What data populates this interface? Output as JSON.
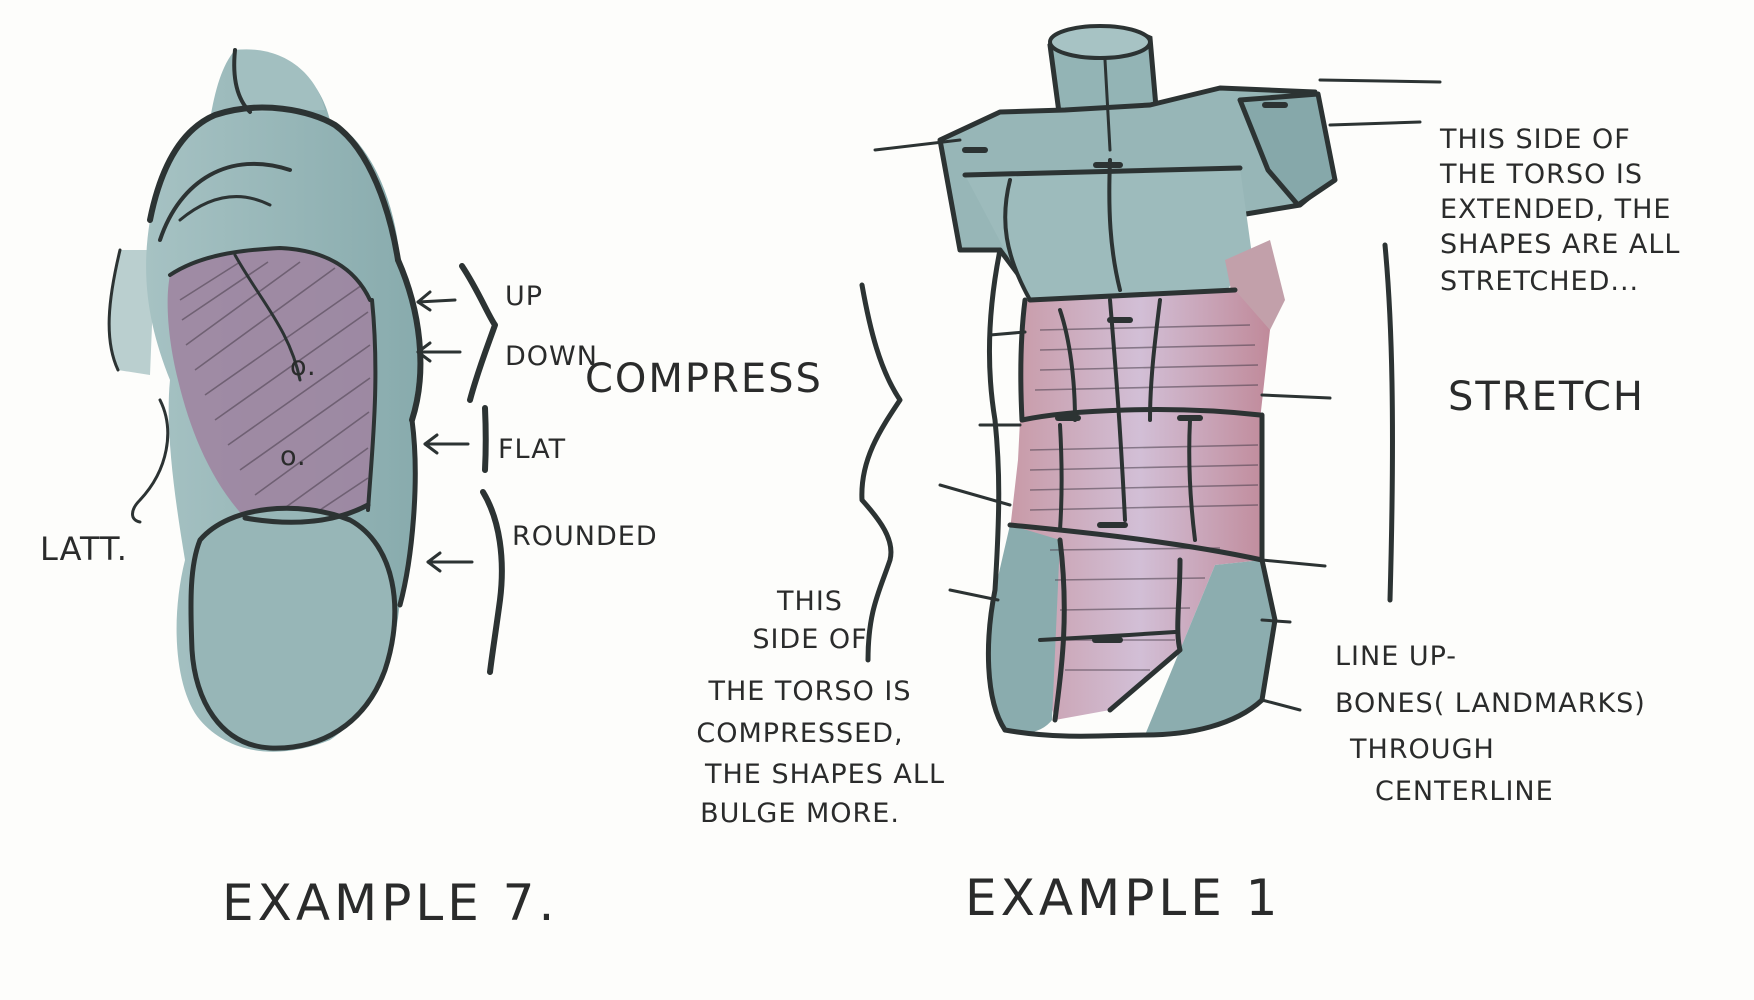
{
  "colors": {
    "paper": "#fdfdfb",
    "ink": "#2c3333",
    "skin_teal": "#96b6b7",
    "shadow_teal": "#6f9597",
    "muscle_purple": "#9a7f9c",
    "muscle_pink": "#c49aa6",
    "muscle_lilac": "#c7b3cc"
  },
  "left_figure": {
    "label_latt": "LATT.",
    "labels": {
      "up": "UP",
      "down": "DOWN",
      "flat": "FLAT",
      "rounded": "ROUNDED",
      "compress": "COMPRESS"
    },
    "caption": "EXAMPLE 7."
  },
  "right_figure": {
    "stretch_note": [
      "THIS SIDE OF",
      "THE TORSO IS",
      "EXTENDED, THE",
      "SHAPES ARE ALL",
      "STRETCHED..."
    ],
    "stretch_label": "STRETCH",
    "compress_note": [
      "THIS",
      "SIDE OF",
      "THE TORSO IS",
      "COMPRESSED,",
      "THE SHAPES ALL",
      "BULGE MORE."
    ],
    "lineup_note": [
      "LINE UP-",
      "BONES( LANDMARKS)",
      "THROUGH",
      "CENTERLINE"
    ],
    "caption": "EXAMPLE 1"
  }
}
